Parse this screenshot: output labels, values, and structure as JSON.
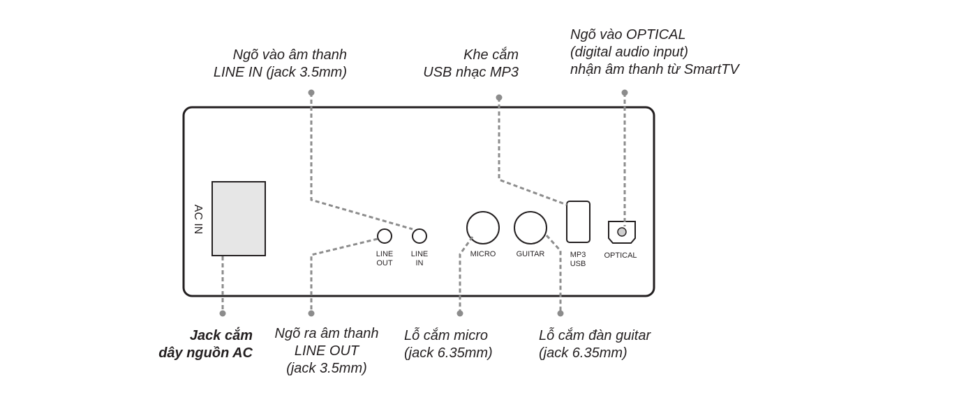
{
  "callouts": {
    "line_in": {
      "line1": "Ngõ vào âm thanh",
      "line2": "LINE IN (jack 3.5mm)"
    },
    "usb": {
      "line1": "Khe cắm",
      "line2": "USB nhạc MP3"
    },
    "optical": {
      "line1": "Ngõ vào OPTICAL",
      "line2": "(digital audio input)",
      "line3": "nhận âm thanh từ SmartTV"
    },
    "ac": {
      "line1": "Jack cắm",
      "line2": "dây nguồn AC"
    },
    "line_out": {
      "line1": "Ngõ ra âm thanh",
      "line2": "LINE OUT",
      "line3": "(jack 3.5mm)"
    },
    "micro": {
      "line1": "Lỗ cắm micro",
      "line2": "(jack 6.35mm)"
    },
    "guitar": {
      "line1": "Lỗ cắm đàn guitar",
      "line2": "(jack 6.35mm)"
    }
  },
  "panel": {
    "ac_in": "AC IN",
    "line_out_1": "LINE",
    "line_out_2": "OUT",
    "line_in_1": "LINE",
    "line_in_2": "IN",
    "micro": "MICRO",
    "guitar": "GUITAR",
    "mp3_1": "MP3",
    "mp3_2": "USB",
    "optical": "OPTICAL"
  },
  "colors": {
    "outline": "#231f20",
    "leader": "#8c8c8c",
    "text": "#231f20",
    "ac_fill": "#e6e6e6",
    "optical_fill": "#cfcfcf"
  }
}
